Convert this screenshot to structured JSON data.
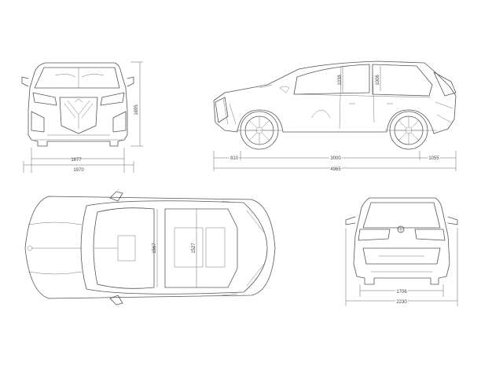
{
  "dimensions": {
    "front_track": "1677",
    "front_width": "1970",
    "height": "1695",
    "front_overhang": "910",
    "wheelbase": "3000",
    "rear_overhang": "1055",
    "length": "4965",
    "front_headroom": "1038",
    "rear_headroom": "1006",
    "front_shoulder": "1567",
    "rear_shoulder": "1527",
    "rear_track": "1706",
    "width_with_mirrors": "2230"
  },
  "colors": {
    "line": "#555555",
    "background": "#ffffff"
  }
}
